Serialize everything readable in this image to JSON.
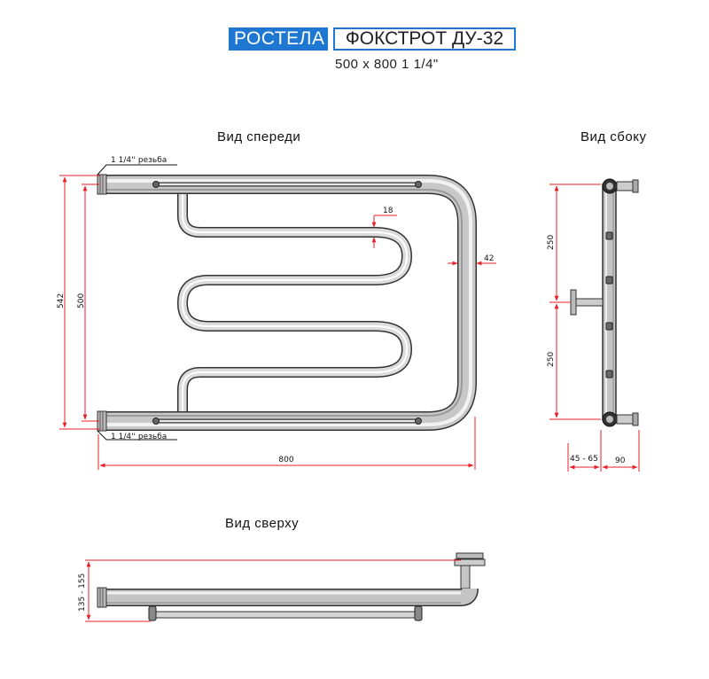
{
  "header": {
    "brand": "РОСТЕЛА",
    "model": "ФОКСТРОТ ДУ-32",
    "sizes": "500 x 800 1 1/4\""
  },
  "views": {
    "front": "Вид спереди",
    "side": "Вид сбоку",
    "top": "Вид сверху"
  },
  "dimensions": {
    "thread_top": "1 1/4'' резьба",
    "thread_bottom": "1 1/4'' резьба",
    "total_height": "542",
    "center_distance": "500",
    "width": "800",
    "bend_gap": "18",
    "pipe_offset": "42",
    "side_upper": "250",
    "side_lower": "250",
    "wall_offset": "45 - 65",
    "depth": "90",
    "top_depth": "135 - 155"
  },
  "colors": {
    "brand_blue": "#1e78d2",
    "dimension_red": "#e8202a"
  }
}
